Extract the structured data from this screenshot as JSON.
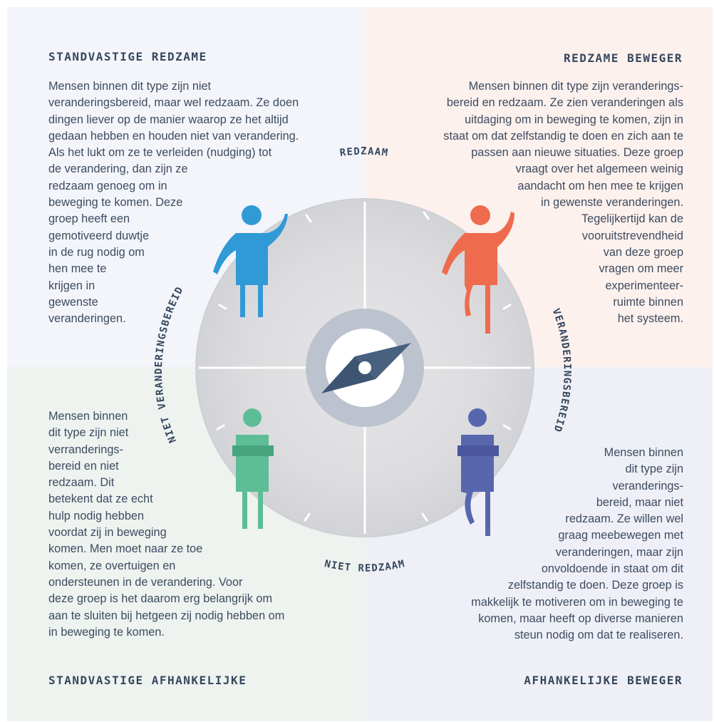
{
  "quadrants": {
    "top_left": {
      "title": "STANDVASTIGE REDZAME",
      "lines": [
        "Mensen binnen dit type zijn niet",
        "veranderingsbereid, maar wel redzaam. Ze doen",
        "dingen liever op de manier waarop ze het altijd",
        "gedaan hebben en houden niet van verandering.",
        "Als het lukt om ze te verleiden (nudging) tot",
        "de verandering, dan zijn ze",
        "redzaam genoeg om in",
        "beweging te komen. Deze",
        "groep heeft een",
        "gemotiveerd duwtje",
        "in de rug nodig om",
        "hen mee te",
        "krijgen in",
        "gewenste",
        "veranderingen."
      ]
    },
    "top_right": {
      "title": "REDZAME BEWEGER",
      "lines": [
        "Mensen binnen dit type zijn veranderings-",
        "bereid en redzaam. Ze zien veranderingen als",
        "uitdaging om in beweging te komen, zijn in",
        "staat om dat zelfstandig te doen en zich aan te",
        "passen aan nieuwe situaties. Deze groep",
        "vraagt over het algemeen weinig",
        "aandacht om hen mee te krijgen",
        "in gewenste veranderingen.",
        "Tegelijkertijd kan de",
        "vooruitstrevendheid",
        "van deze groep",
        "vragen om meer",
        "experimenteer-",
        "ruimte binnen",
        "het systeem."
      ]
    },
    "bottom_left": {
      "title": "STANDVASTIGE AFHANKELIJKE",
      "lines": [
        "Mensen binnen",
        "dit type zijn niet",
        "verranderings-",
        "bereid en niet",
        "redzaam. Dit",
        "betekent dat ze echt",
        "hulp nodig hebben",
        "voordat zij in beweging",
        "komen. Men moet naar ze toe",
        "komen, ze overtuigen en",
        "ondersteunen in de verandering. Voor",
        "deze groep is het daarom erg belangrijk om",
        "aan te sluiten bij hetgeen zij nodig hebben om",
        "in beweging te komen."
      ]
    },
    "bottom_right": {
      "title": "AFHANKELIJKE BEWEGER",
      "lines": [
        "Mensen binnen",
        "dit type zijn",
        "veranderings-",
        "bereid, maar niet",
        "redzaam. Ze willen wel",
        "graag meebewegen met",
        "veranderingen, maar zijn",
        "onvoldoende in staat om dit",
        "zelfstandig te doen. Deze groep is",
        "makkelijk te motiveren om in beweging te",
        "komen, maar heeft op diverse manieren",
        "steun nodig om dat te realiseren."
      ]
    }
  },
  "axes": {
    "top": "REDZAAM",
    "bottom": "NIET REDZAAM",
    "left": "NIET VERANDERINGSBEREID",
    "right": "VERANDERINGSBEREID"
  },
  "colors": {
    "blue": "#2f9ad6",
    "orange": "#ee6c4d",
    "green": "#5dbd97",
    "purple": "#5866ad",
    "compass": "#47617f",
    "label": "#36475e"
  },
  "icons": [
    "compass-icon",
    "person-waving-icon",
    "person-arms-crossed-icon"
  ]
}
